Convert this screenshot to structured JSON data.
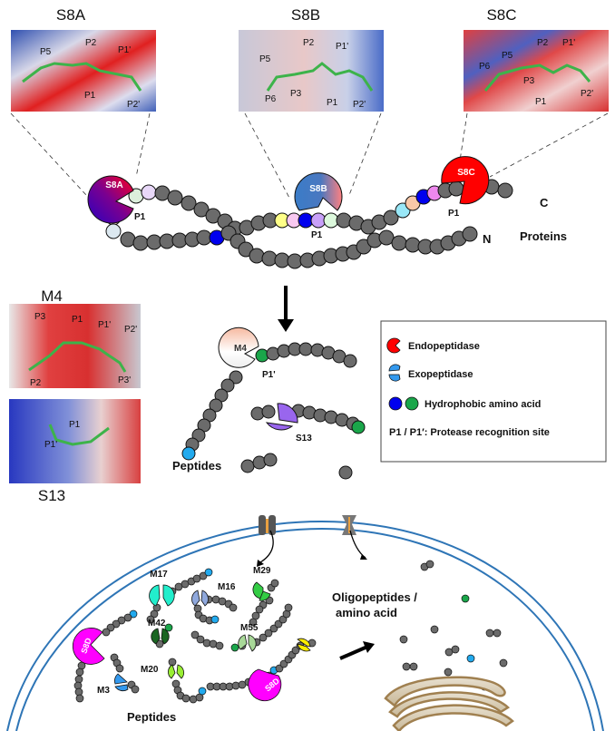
{
  "panels": {
    "s8a": {
      "title": "S8A",
      "sites": [
        "P5",
        "P2",
        "P1'",
        "P1",
        "P2'"
      ]
    },
    "s8b": {
      "title": "S8B",
      "sites": [
        "P5",
        "P2",
        "P1'",
        "P6",
        "P3",
        "P1",
        "P2'"
      ]
    },
    "s8c": {
      "title": "S8C",
      "sites": [
        "P2",
        "P1'",
        "P6",
        "P5",
        "P3",
        "P1",
        "P2'"
      ]
    },
    "m4": {
      "title": "M4",
      "sites": [
        "P3",
        "P1",
        "P1'",
        "P2'",
        "P2",
        "P3'"
      ]
    },
    "s13": {
      "title": "S13",
      "sites": [
        "P1",
        "P1'"
      ]
    }
  },
  "proteins": {
    "label": "Proteins",
    "c_term": "C",
    "n_term": "N",
    "enzymes": [
      {
        "name": "S8A",
        "site": "P1"
      },
      {
        "name": "S8B",
        "site": "P1"
      },
      {
        "name": "S8C",
        "site": "P1"
      }
    ]
  },
  "peptides_stage": {
    "label": "Peptides",
    "m4_label": "M4",
    "m4_site": "P1'",
    "s13_label": "S13"
  },
  "legend": {
    "items": [
      {
        "icon": "endopeptidase-icon",
        "label": "Endopeptidase",
        "color": "#ff0000"
      },
      {
        "icon": "exopeptidase-icon",
        "label": "Exopeptidase",
        "color": "#3399ee"
      },
      {
        "icon": "hydrophobic-amino-acid-icon",
        "label": "Hydrophobic amino acid",
        "colors": [
          "#0000ee",
          "#1aa64a"
        ]
      }
    ],
    "note": "P1 / P1′: Protease recognition site"
  },
  "cell": {
    "peptides_label": "Peptides",
    "products_label_line1": "Oligopeptides /",
    "products_label_line2": "amino acid",
    "enzymes": [
      "M17",
      "M16",
      "M29",
      "M42",
      "M55",
      "M20",
      "M3",
      "S8D",
      "S8D"
    ]
  },
  "colors": {
    "membrane": "#2e75b6",
    "residue": "#6b6b6b",
    "hydrophobic_blue": "#0000ee",
    "hydrophobic_green": "#1aa64a",
    "exo_cyan": "#22aaee",
    "golgi": "#a08050",
    "s8d": "#ff00ff"
  }
}
